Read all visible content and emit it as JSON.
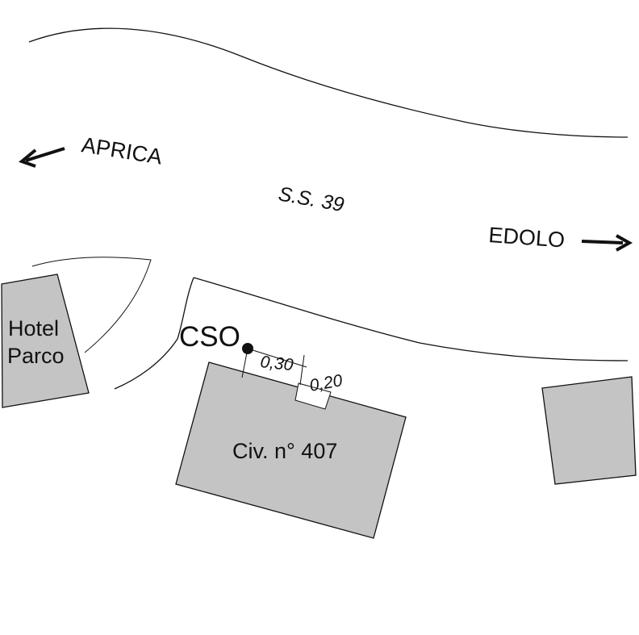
{
  "colors": {
    "building_fill": "#c4c4c4",
    "line": "#111111",
    "background": "#ffffff"
  },
  "roads": {
    "main_road_label": "S.S. 39"
  },
  "directions": {
    "left": {
      "label": "APRICA",
      "icon": "arrow-left-icon"
    },
    "right": {
      "label": "EDOLO",
      "icon": "arrow-right-icon"
    }
  },
  "buildings": {
    "hotel": {
      "line1": "Hotel",
      "line2": "Parco"
    },
    "civic": {
      "label": "Civ. n° 407"
    }
  },
  "marker": {
    "label": "CSO",
    "icon": "point-marker-icon"
  },
  "measurements": {
    "first": "0,30",
    "second": "0,20"
  }
}
